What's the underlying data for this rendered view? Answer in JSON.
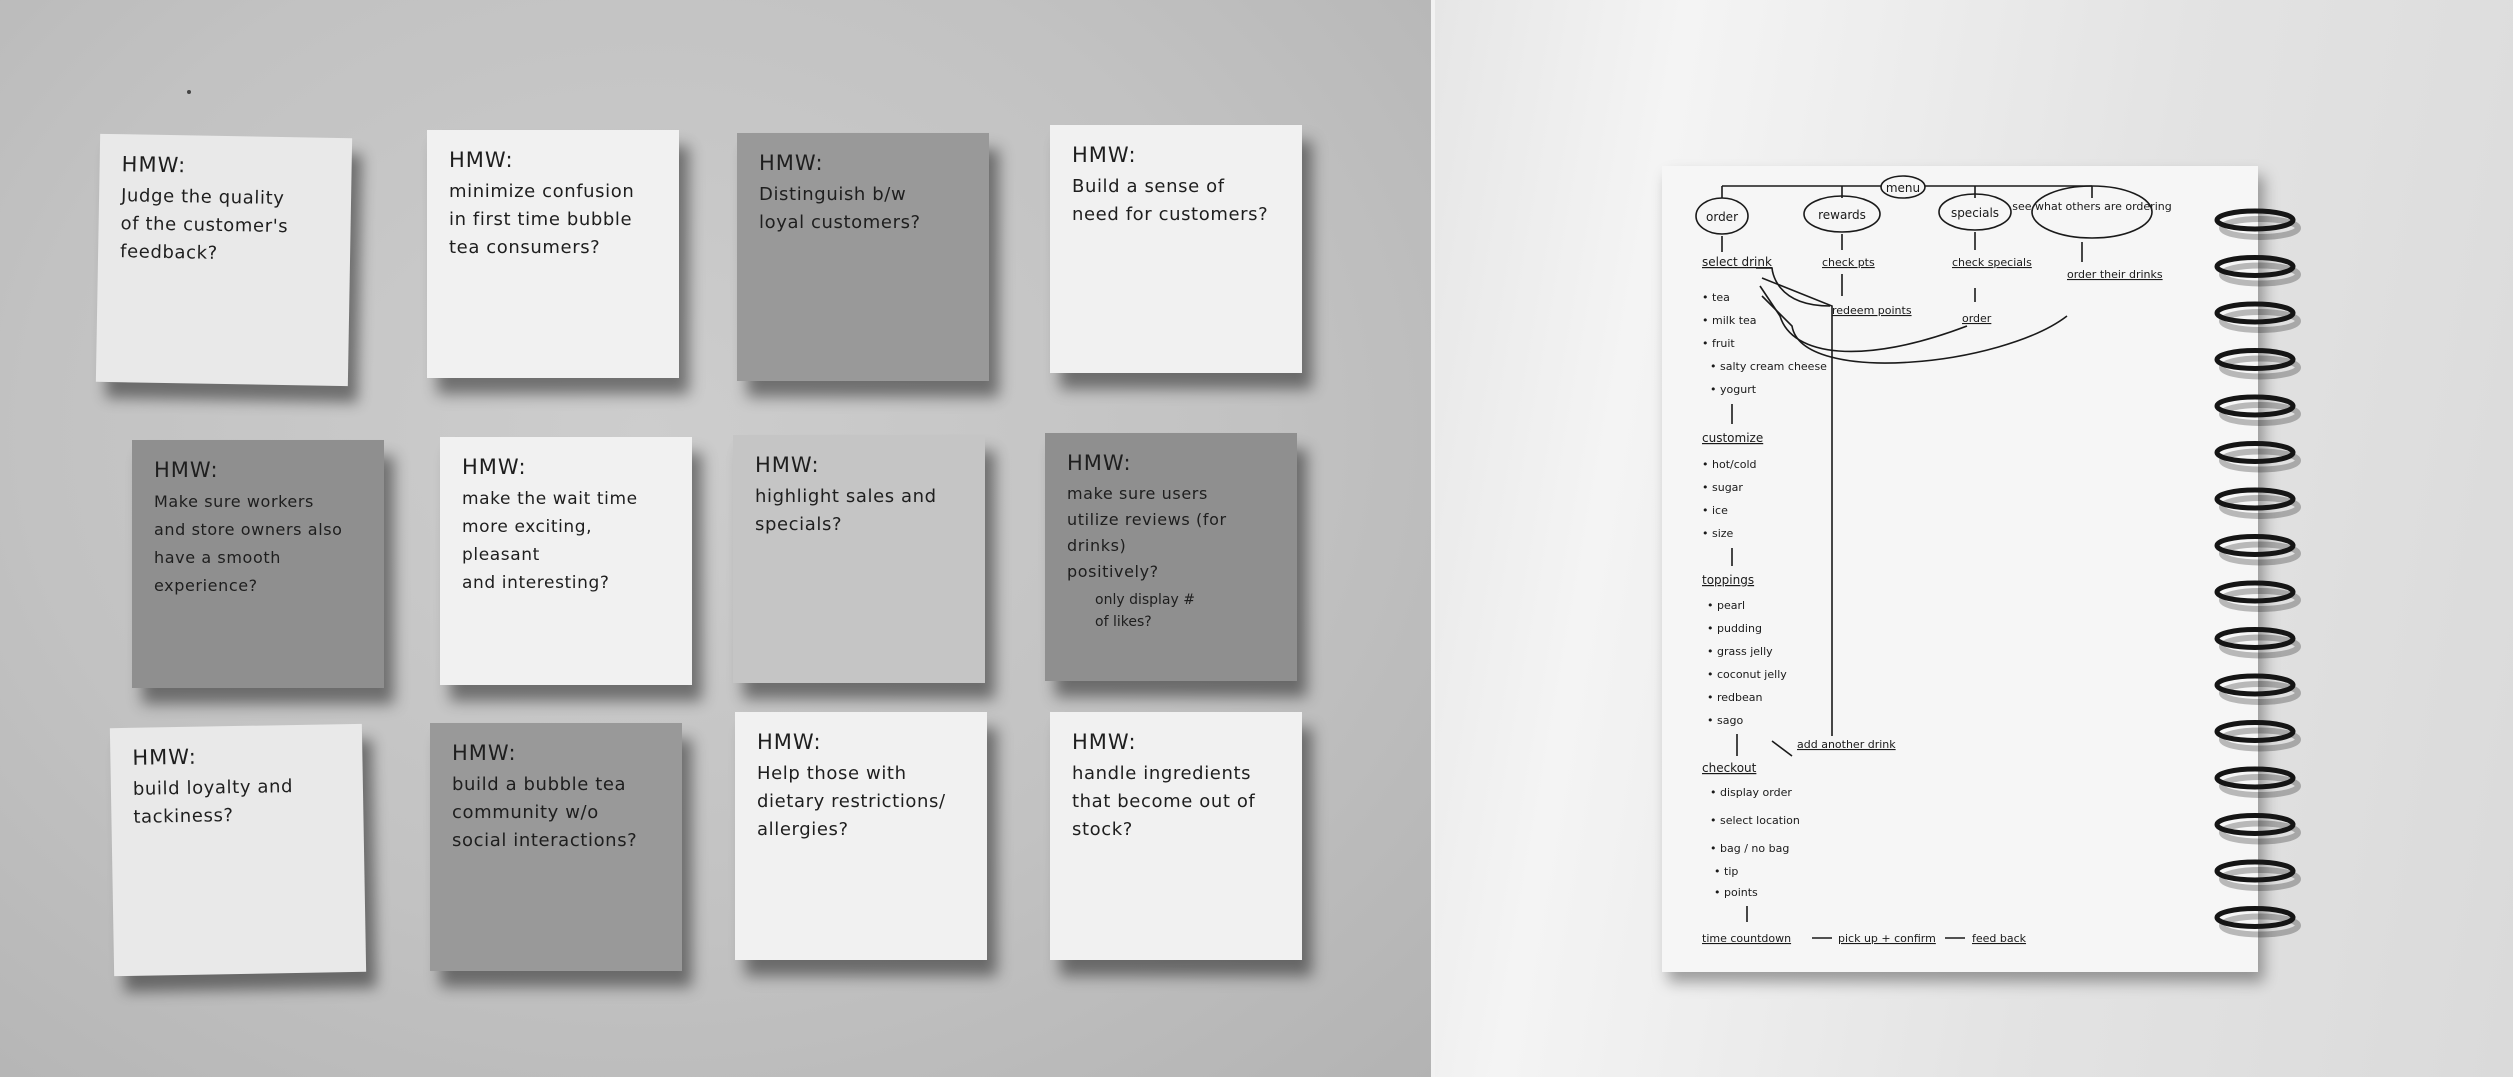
{
  "left_panel": {
    "notes": [
      {
        "hmw": "HMW:",
        "question": "Judge the quality\nof the customer's\nfeedback?"
      },
      {
        "hmw": "HMW:",
        "question": "minimize confusion\nin first time bubble\ntea consumers?"
      },
      {
        "hmw": "HMW:",
        "question": "Distinguish b/w\nloyal customers?"
      },
      {
        "hmw": "HMW:",
        "question": "Build a sense of\nneed for customers?"
      },
      {
        "hmw": "HMW:",
        "question": "Make sure workers\nand store owners also\nhave a smooth experience?"
      },
      {
        "hmw": "HMW:",
        "question": "make the wait time\nmore exciting, pleasant\nand interesting?"
      },
      {
        "hmw": "HMW:",
        "question": "highlight sales and\nspecials?"
      },
      {
        "hmw": "HMW:",
        "question": "make sure users\nutilize reviews (for drinks)\npositively?",
        "sub_note": "only display #\nof likes?"
      },
      {
        "hmw": "HMW:",
        "question": "build loyalty and\ntackiness?"
      },
      {
        "hmw": "HMW:",
        "question": "build a bubble tea\ncommunity w/o\nsocial interactions?"
      },
      {
        "hmw": "HMW:",
        "question": "Help those with\ndietary restrictions/\nallergies?"
      },
      {
        "hmw": "HMW:",
        "question": "handle ingredients\nthat become out of\nstock?"
      }
    ]
  },
  "notebook": {
    "root": "menu",
    "branches": [
      "order",
      "rewards",
      "specials",
      "see what others\nare ordering"
    ],
    "rewards_flow": [
      "check pts",
      "redeem points"
    ],
    "specials_flow": [
      "check specials",
      "order"
    ],
    "others_flow": [
      "order their drinks"
    ],
    "select_drink": {
      "title": "select drink",
      "items": [
        "tea",
        "milk tea",
        "fruit",
        "salty cream cheese",
        "yogurt"
      ]
    },
    "customize": {
      "title": "customize",
      "items": [
        "hot/cold",
        "sugar",
        "ice",
        "size"
      ]
    },
    "toppings": {
      "title": "toppings",
      "items": [
        "pearl",
        "pudding",
        "grass jelly",
        "coconut jelly",
        "redbean",
        "sago"
      ]
    },
    "add_another": "add another drink",
    "checkout": {
      "title": "checkout",
      "items": [
        "display order",
        "select location",
        "bag / no bag",
        "tip",
        "points"
      ]
    },
    "final_flow": [
      "time countdown",
      "pick up + confirm",
      "feed back"
    ]
  }
}
